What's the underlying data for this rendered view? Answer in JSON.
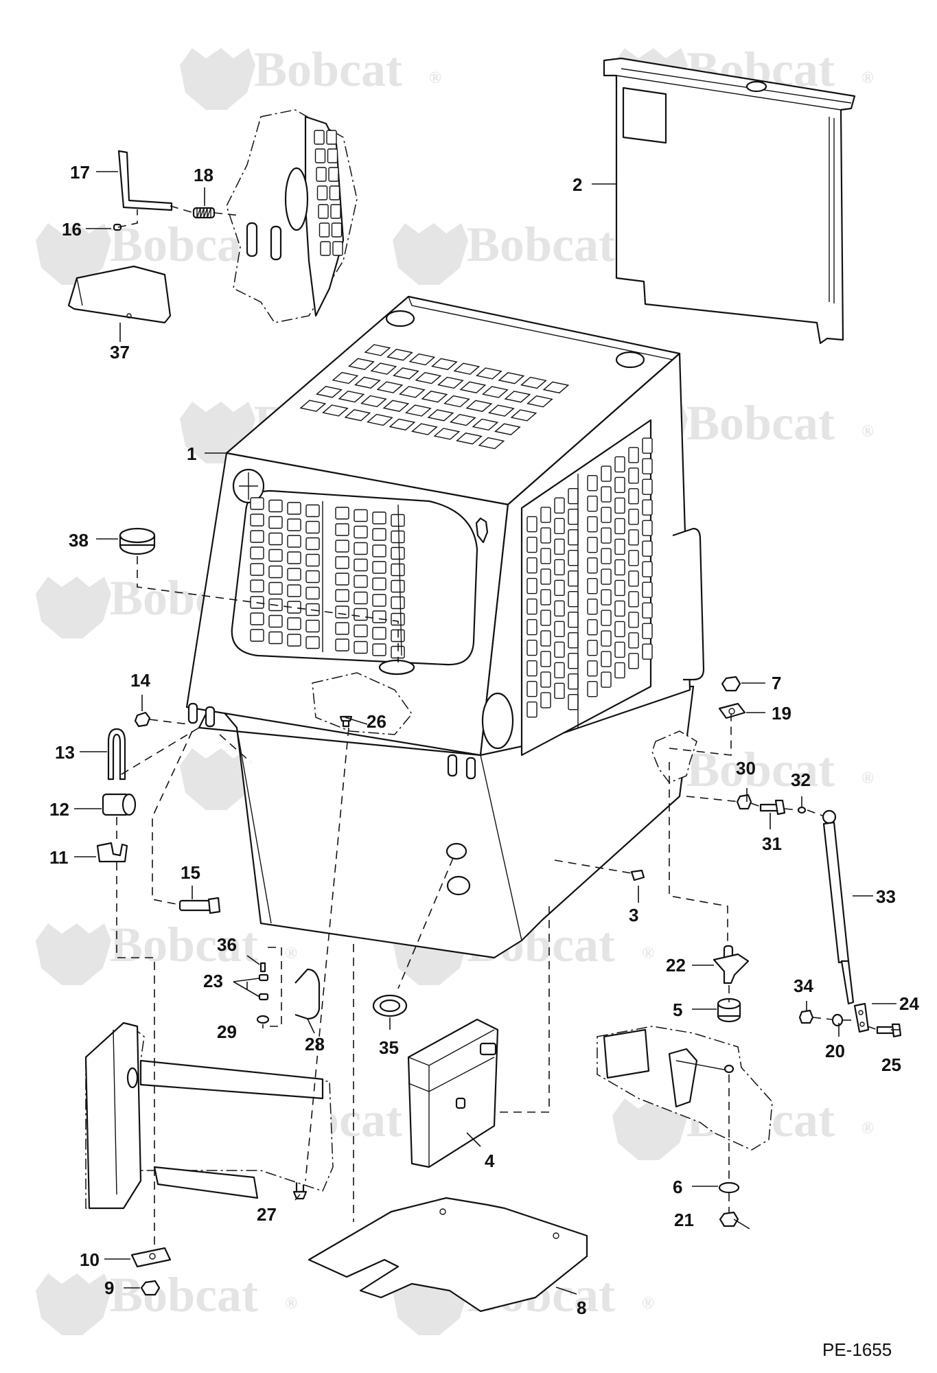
{
  "diagram": {
    "watermark": "Bobcat",
    "watermark_mark": "®",
    "document_id": "PE-1655",
    "callouts": [
      "1",
      "2",
      "3",
      "4",
      "5",
      "6",
      "7",
      "8",
      "9",
      "10",
      "11",
      "12",
      "13",
      "14",
      "15",
      "16",
      "17",
      "18",
      "19",
      "20",
      "21",
      "22",
      "23",
      "24",
      "25",
      "26",
      "27",
      "28",
      "29",
      "30",
      "31",
      "32",
      "33",
      "34",
      "35",
      "36",
      "37",
      "38"
    ]
  }
}
